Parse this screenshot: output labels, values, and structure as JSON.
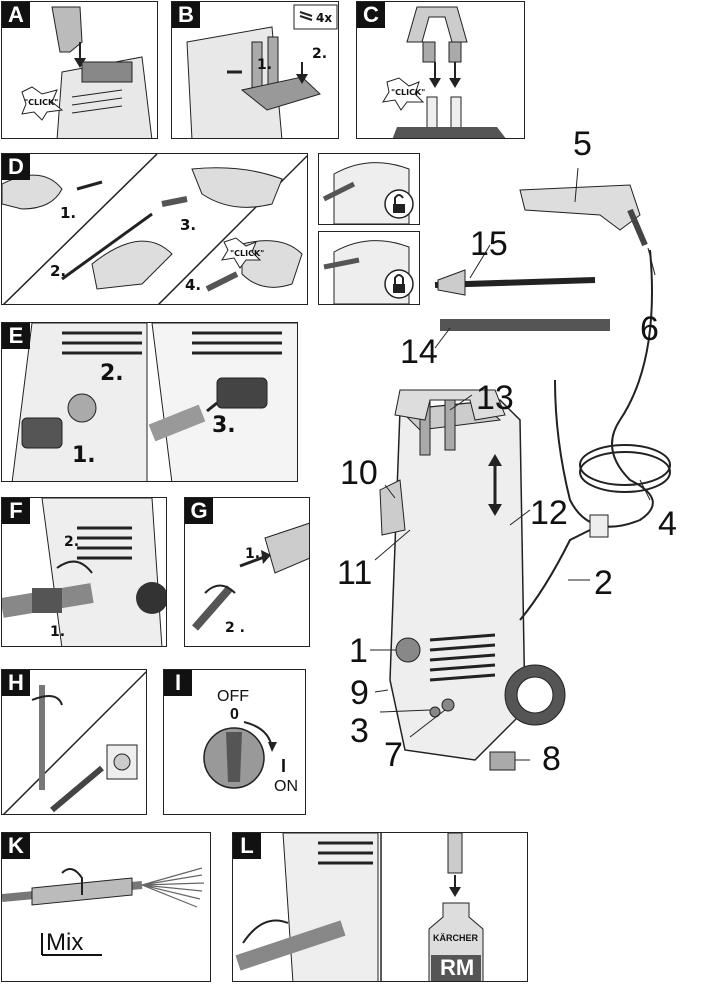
{
  "panels": {
    "A": {
      "tag": "A",
      "click": "\"CLICK\""
    },
    "B": {
      "tag": "B",
      "screws": "4x",
      "step1": "1.",
      "step2": "2."
    },
    "C": {
      "tag": "C",
      "click": "\"CLICK\""
    },
    "D": {
      "tag": "D",
      "step1": "1.",
      "step2": "2.",
      "step3": "3.",
      "step4": "4.",
      "click": "\"CLICK\""
    },
    "E": {
      "tag": "E",
      "step1": "1.",
      "step2": "2.",
      "step3": "3."
    },
    "F": {
      "tag": "F",
      "step1": "1.",
      "step2": "2."
    },
    "G": {
      "tag": "G",
      "step1": "1.",
      "step2": "2 ."
    },
    "H": {
      "tag": "H"
    },
    "I": {
      "tag": "I",
      "off": "OFF",
      "zero": "0",
      "one": "I",
      "on": "ON"
    },
    "K": {
      "tag": "K",
      "mix": "Mix"
    },
    "L": {
      "tag": "L",
      "bottle_brand": "KÄRCHER",
      "bottle_label": "RM"
    }
  },
  "callouts": [
    "5",
    "15",
    "6",
    "14",
    "13",
    "10",
    "12",
    "4",
    "11",
    "2",
    "1",
    "9",
    "3",
    "7",
    "8"
  ],
  "colors": {
    "ink": "#111111",
    "panel_border": "#222222",
    "gray": "#9a9a9a"
  }
}
